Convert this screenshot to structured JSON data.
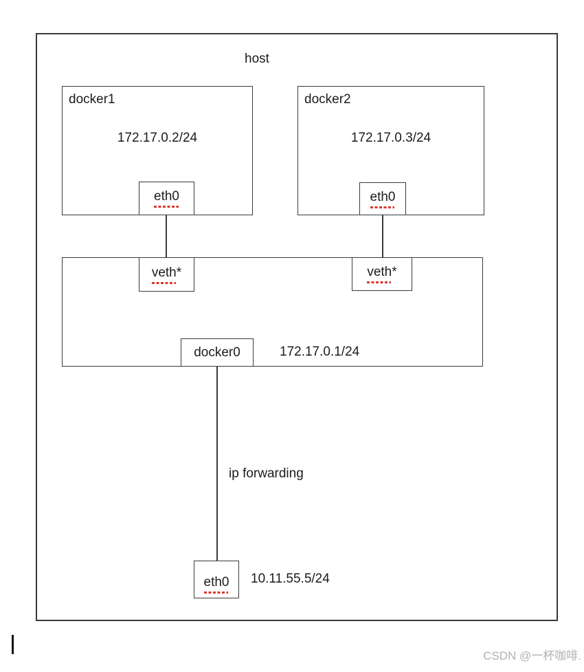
{
  "host": {
    "label": "host"
  },
  "containers": [
    {
      "name": "docker1",
      "ip": "172.17.0.2/24",
      "interface": "eth0"
    },
    {
      "name": "docker2",
      "ip": "172.17.0.3/24",
      "interface": "eth0"
    }
  ],
  "bridge": {
    "veths": [
      {
        "name": "veth",
        "suffix": "*"
      },
      {
        "name": "veth",
        "suffix": "*"
      }
    ],
    "device": "docker0",
    "ip": "172.17.0.1/24"
  },
  "routing": {
    "label": "ip forwarding"
  },
  "external": {
    "interface": "eth0",
    "ip": "10.11.55.5/24"
  },
  "watermark": {
    "text": "CSDN @一杯咖啡."
  },
  "colors": {
    "border": "#3a3a3a",
    "text": "#1b1b1b",
    "squiggle": "#d93a2f",
    "watermark": "#b0b0b0",
    "background": "#ffffff"
  }
}
